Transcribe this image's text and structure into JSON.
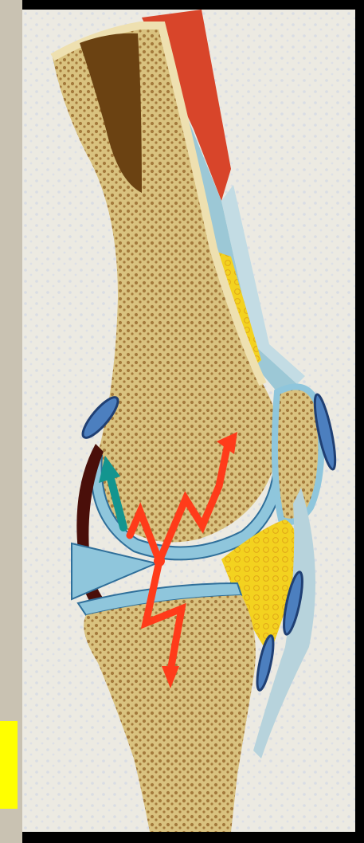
{
  "colors": {
    "frame_background": "#000000",
    "side_panel": "#c9c2b2",
    "yellow_tab": "#ffff00",
    "parchment": "#eceae2",
    "bone_outer": "#d9c27f",
    "bone_inner": "#c9a866",
    "marrow_dark": "#6b4212",
    "cartilage": "#8fc6dc",
    "cartilage_dark": "#2f6f9a",
    "muscle": "#d8452a",
    "fat": "#f3d21f",
    "capsule_dark": "#4a0f0a",
    "arrow_red": "#ff3b1a",
    "arrow_teal": "#13958f"
  },
  "illustration": {
    "subject": "knee-joint-cross-section",
    "marks": {
      "red_zigzag_arrows": 3,
      "teal_arrow": 1,
      "center_point": 1
    }
  }
}
